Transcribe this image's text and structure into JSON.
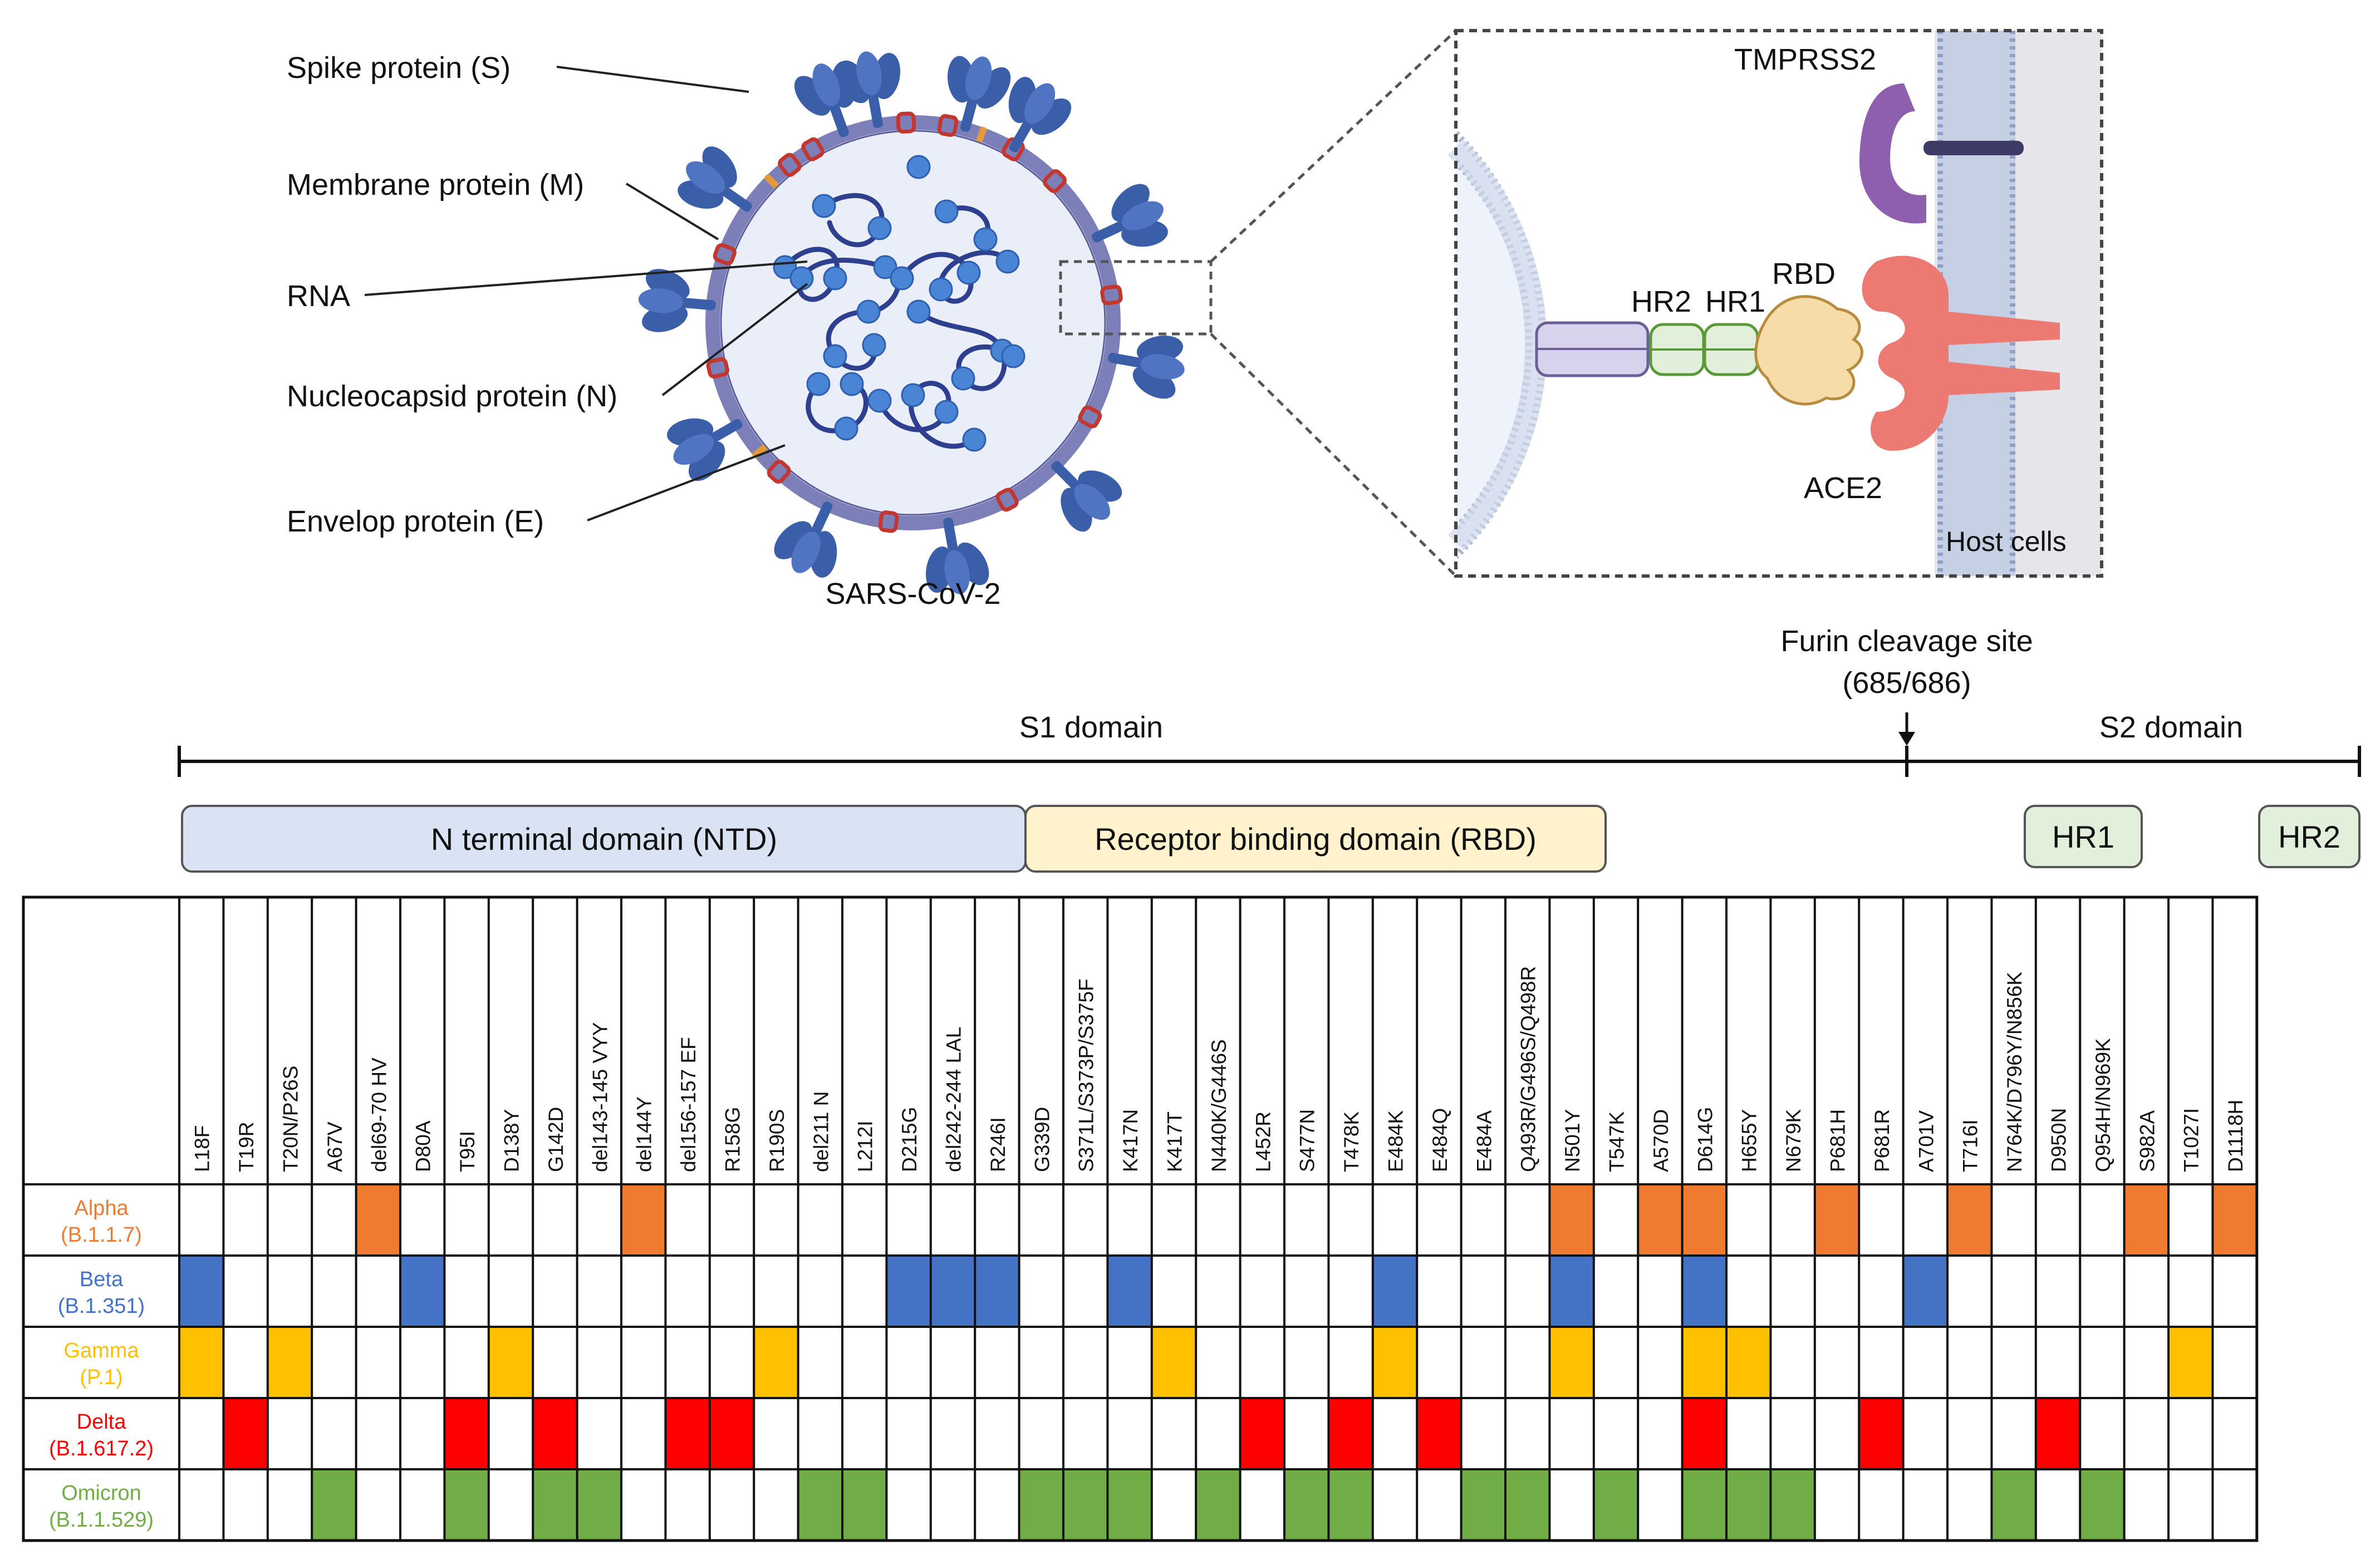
{
  "virus": {
    "name": "SARS-CoV-2",
    "labels": {
      "spike": "Spike protein (S)",
      "membrane": "Membrane protein (M)",
      "rna": "RNA",
      "nucleocapsid": "Nucleocapsid protein (N)",
      "envelope": "Envelop protein (E)"
    }
  },
  "inset": {
    "tmprss2": "TMPRSS2",
    "hr2": "HR2",
    "hr1": "HR1",
    "rbd": "RBD",
    "ace2": "ACE2",
    "host_cells": "Host cells"
  },
  "domain_map": {
    "furin_site_line1": "Furin cleavage site",
    "furin_site_line2": "(685/686)",
    "s1_label": "S1 domain",
    "s2_label": "S2 domain",
    "ntd_label": "N terminal domain (NTD)",
    "rbd_label": "Receptor binding domain (RBD)",
    "hr1_label": "HR1",
    "hr2_label": "HR2"
  },
  "colors": {
    "alpha": "#ee7b30",
    "beta": "#4472c4",
    "gamma": "#ffc000",
    "delta": "#ff0000",
    "omicron": "#70ad47",
    "ntd_fill": "#dae3f3",
    "rbd_fill": "#fff2cc",
    "hr_fill": "#e2efda",
    "spike_blue": "#3a5ea8",
    "membrane": "#7d7fb8",
    "interior": "#e9eef9",
    "rna_strand": "#2f3f8f",
    "rna_bead": "#4a84d4",
    "ace2": "#ec7a72",
    "tmprss2": "#8e5fae"
  },
  "mutations": [
    "L18F",
    "T19R",
    "T20N/P26S",
    "A67V",
    "del69-70 HV",
    "D80A",
    "T95I",
    "D138Y",
    "G142D",
    "del143-145 VYY",
    "del144Y",
    "del156-157 EF",
    "R158G",
    "R190S",
    "del211 N",
    "L212I",
    "D215G",
    "del242-244 LAL",
    "R246I",
    "G339D",
    "S371L/S373P/S375F",
    "K417N",
    "K417T",
    "N440K/G446S",
    "L452R",
    "S477N",
    "T478K",
    "E484K",
    "E484Q",
    "E484A",
    "Q493R/G496S/Q498R",
    "N501Y",
    "T547K",
    "A570D",
    "D614G",
    "H655Y",
    "N679K",
    "P681H",
    "P681R",
    "A701V",
    "T716I",
    "N764K/D796Y/N856K",
    "D950N",
    "Q954H/N969K",
    "S982A",
    "T1027I",
    "D1118H"
  ],
  "variants": [
    {
      "key": "alpha",
      "name": "Alpha",
      "lineage": "(B.1.1.7)",
      "cells": [
        4,
        10,
        31,
        33,
        34,
        37,
        40,
        44,
        46
      ]
    },
    {
      "key": "beta",
      "name": "Beta",
      "lineage": "(B.1.351)",
      "cells": [
        0,
        5,
        16,
        17,
        18,
        21,
        27,
        31,
        34,
        39
      ]
    },
    {
      "key": "gamma",
      "name": "Gamma",
      "lineage": "(P.1)",
      "cells": [
        0,
        2,
        7,
        13,
        22,
        27,
        31,
        34,
        35,
        45
      ]
    },
    {
      "key": "delta",
      "name": "Delta",
      "lineage": "(B.1.617.2)",
      "cells": [
        1,
        6,
        8,
        11,
        12,
        24,
        26,
        28,
        34,
        38,
        42
      ]
    },
    {
      "key": "omicron",
      "name": "Omicron",
      "lineage": "(B.1.1.529)",
      "cells": [
        3,
        6,
        8,
        9,
        14,
        15,
        19,
        20,
        21,
        23,
        25,
        26,
        29,
        30,
        32,
        34,
        35,
        36,
        41,
        43
      ]
    }
  ]
}
